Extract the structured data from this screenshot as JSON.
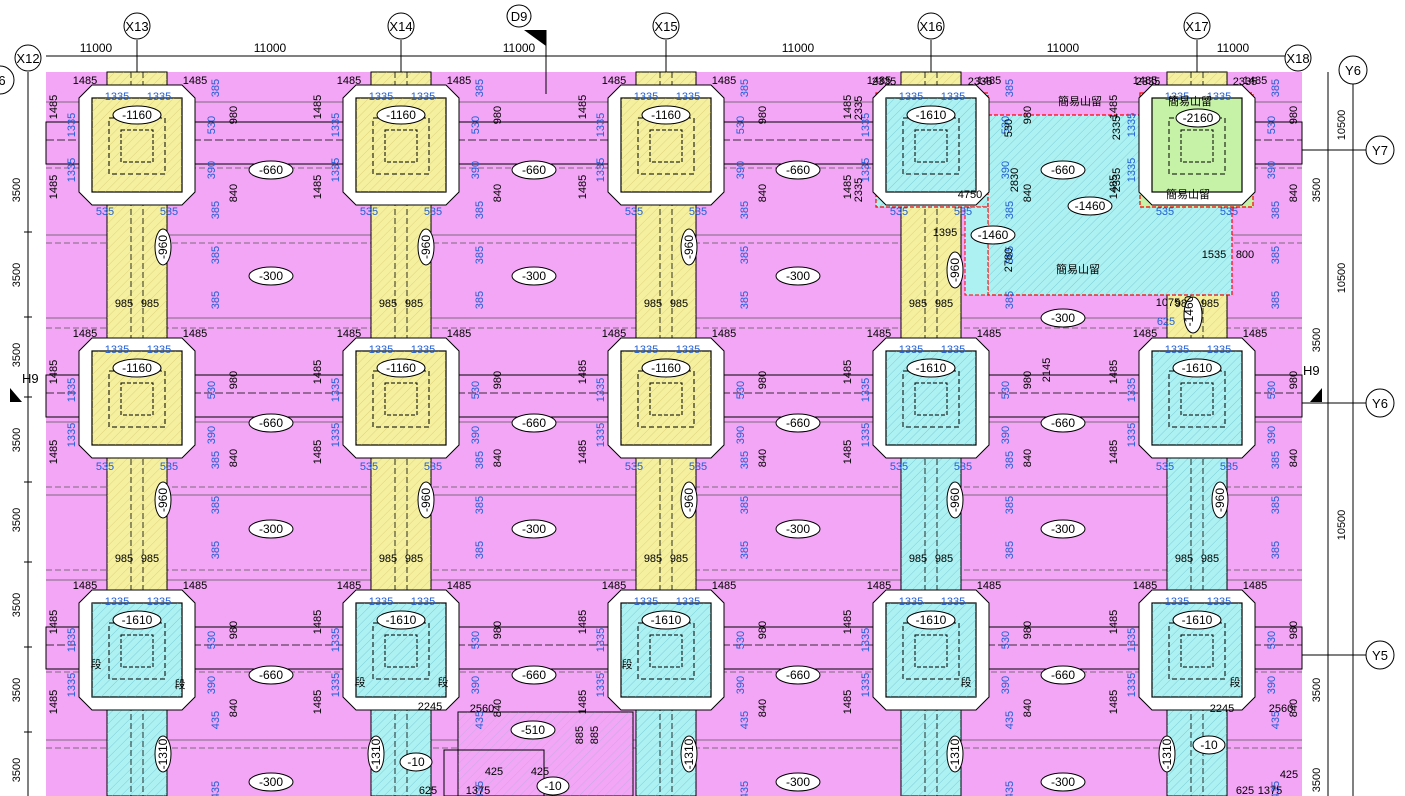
{
  "grid": {
    "x": [
      "X13",
      "X14",
      "X15",
      "X16",
      "X17"
    ],
    "x_left": "X12",
    "x_right": "X18",
    "y": [
      "Y7",
      "Y6",
      "Y5"
    ],
    "y_top": "Y6",
    "edge_left": "6",
    "d_marker": "D9",
    "h_marker": "H9"
  },
  "dimensions": {
    "span_x": [
      "11000",
      "11000",
      "11000",
      "11000",
      "11000",
      "11000"
    ],
    "span_y_left": [
      "3500",
      "3500",
      "3500",
      "3500",
      "3500",
      "3500",
      "3500",
      "3500",
      "3500"
    ],
    "span_y_right": [
      "10500",
      "3500",
      "10500",
      "3500",
      "10500",
      "3500",
      "3500"
    ],
    "pile_offset_h": "1485",
    "pile_offset_v": "1485",
    "cap_dim": "1335",
    "beam_w": "535",
    "beam_half": "985",
    "beam_depth_a": "980",
    "beam_depth_b": "840",
    "beam_depth_c": "530",
    "beam_depth_d": "390",
    "slab_dim": "385",
    "lower_slab_dim": "435",
    "pit_dims": [
      "2335",
      "4750",
      "2830",
      "2780",
      "1395",
      "1535",
      "800",
      "1075",
      "625",
      "2145",
      "2245",
      "2560",
      "425",
      "1375",
      "885",
      "1310",
      "625"
    ]
  },
  "levels": {
    "cap_upper": "-1160",
    "cap_lower": "-1610",
    "cap_pit": "-2160",
    "beam_h": "-660",
    "beam_v": "-960",
    "beam_v_lower": "-1310",
    "slab": "-300",
    "pit": "-1460",
    "lower_a": "-510",
    "lower_b": "-10"
  },
  "notes": {
    "temp_retaining": "簡易山留",
    "step": "段"
  },
  "colors": {
    "slab": "#f3a6f5",
    "beam": "#f5f0a0",
    "cap_deep": "#aef1f2",
    "pit_green": "#c6f2a8",
    "beam_outline": "#000000",
    "blue_text": "#1f5fd6",
    "dashed_red": "#ff0000"
  }
}
